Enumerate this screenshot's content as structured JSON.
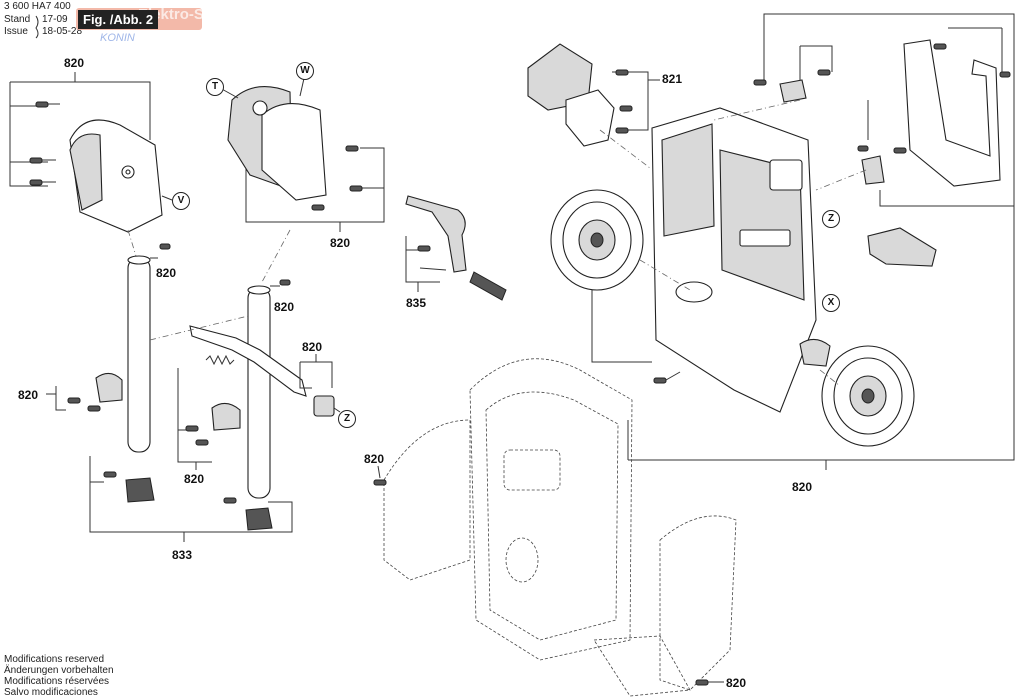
{
  "header": {
    "part_number": "3 600 HA7 400",
    "stand_label": "Stand",
    "stand_value": "17-09",
    "issue_label": "Issue",
    "issue_value": "18-05-28",
    "fig_label": "Fig. /Abb. 2",
    "watermark": "Elektro-SERW",
    "watermark_city": "KONIN"
  },
  "footer": {
    "lines": [
      "Modifications reserved",
      "Änderungen vorbehalten",
      "Modifications réservées",
      "Salvo modificaciones"
    ]
  },
  "callouts": {
    "c820": "820",
    "c821": "821",
    "c833": "833",
    "c835": "835"
  },
  "circle_labels": {
    "T": "T",
    "W": "W",
    "V": "V",
    "Z": "Z",
    "X": "X"
  }
}
